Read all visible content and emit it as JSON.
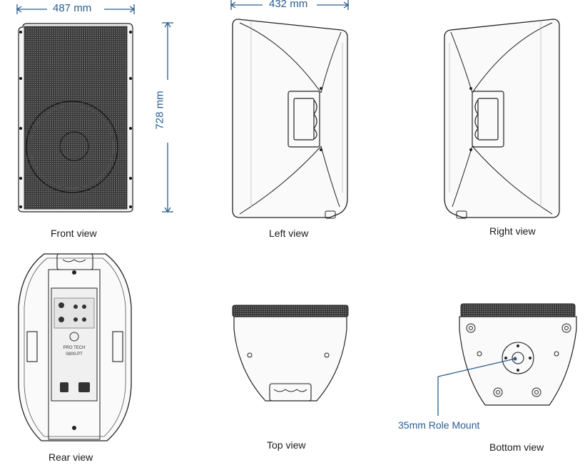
{
  "colors": {
    "dimension": "#2a5d8f",
    "outline": "#222222",
    "grille": "#2b2b2b",
    "caption": "#1a1a1a"
  },
  "dimensions": {
    "front_width": "487 mm",
    "front_height": "728 mm",
    "side_depth": "432 mm"
  },
  "captions": {
    "front": "Front view",
    "left": "Left view",
    "right": "Right view",
    "rear": "Rear view",
    "top": "Top view",
    "bottom": "Bottom view"
  },
  "annotation": {
    "pole_mount": "35mm Role Mount"
  },
  "rear_panel": {
    "brand": "PRO TECH",
    "model": "S800-PT"
  }
}
